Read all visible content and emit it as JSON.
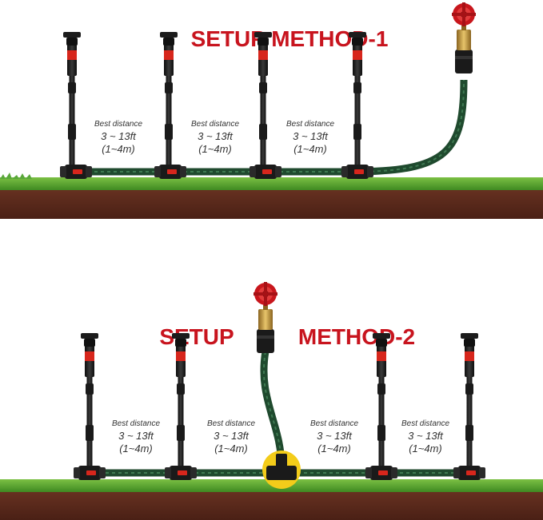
{
  "colors": {
    "title_red": "#c8141e",
    "hose_green": "#1f4a2e",
    "hose_stripe": "#3f7a52",
    "pipe_black": "#1c1c1c",
    "nozzle_red": "#d7261c",
    "tee_yellow": "#f3cc1a",
    "grass": "#4f9a2c",
    "soil": "#5a2a1c",
    "brass": "#c99a3a",
    "valve_red": "#c8161c"
  },
  "icons": {
    "faucet": "faucet-icon",
    "sprinkler": "sprinkler-riser-icon",
    "valve": "shutoff-valve-icon",
    "tee": "tee-connector-icon"
  },
  "method1": {
    "title": "SETUP METHOD-1",
    "gaps": [
      {
        "label": "Best distance",
        "range": "3 ~ 13ft",
        "metric": "(1~4m)"
      },
      {
        "label": "Best distance",
        "range": "3 ~ 13ft",
        "metric": "(1~4m)"
      },
      {
        "label": "Best distance",
        "range": "3 ~ 13ft",
        "metric": "(1~4m)"
      }
    ]
  },
  "method2": {
    "title_left": "SETUP",
    "title_right": "METHOD-2",
    "gaps": [
      {
        "label": "Best distance",
        "range": "3 ~ 13ft",
        "metric": "(1~4m)"
      },
      {
        "label": "Best distance",
        "range": "3 ~ 13ft",
        "metric": "(1~4m)"
      },
      {
        "label": "Best distance",
        "range": "3 ~ 13ft",
        "metric": "(1~4m)"
      },
      {
        "label": "Best distance",
        "range": "3 ~ 13ft",
        "metric": "(1~4m)"
      }
    ]
  }
}
